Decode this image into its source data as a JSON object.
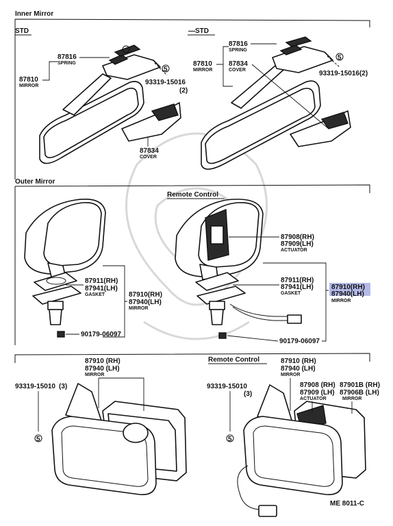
{
  "sections": {
    "inner_mirror": "Inner Mirror",
    "outer_mirror": "Outer Mirror",
    "std": "STD",
    "minus_std": "—STD",
    "remote_control_a": "Remote Control",
    "remote_control_b": "Remote Control"
  },
  "inner_std": {
    "spring_no": "87816",
    "spring": "SPRING",
    "mirror_no": "87810",
    "mirror": "MIRROR",
    "screw_no": "93319-15016",
    "screw_qty": "(2)",
    "cover_no": "87834",
    "cover": "COVER",
    "ref": "5"
  },
  "inner_nstd": {
    "spring_no": "87816",
    "spring": "SPRING",
    "mirror_no": "87810",
    "mirror": "MIRROR",
    "cover_no": "87834",
    "cover": "COVER",
    "screw": "93319-15016(2)",
    "ref": "5"
  },
  "outer_left": {
    "gasket_rh": "87911(RH)",
    "gasket_lh": "87941(LH)",
    "gasket": "GASKET",
    "mirror_rh": "87910(RH)",
    "mirror_lh": "87940(LH)",
    "mirror": "MIRROR",
    "nut": "90179-06097"
  },
  "outer_right": {
    "actuator_rh": "87908(RH)",
    "actuator_lh": "87909(LH)",
    "actuator": "ACTUATOR",
    "gasket_rh": "87911(RH)",
    "gasket_lh": "87941(LH)",
    "gasket": "GASKET",
    "mirror_rh": "87910(RH)",
    "mirror_lh": "87940(LH)",
    "mirror": "MIRROR",
    "nut": "90179-06097"
  },
  "bottom_left": {
    "mirror_rh": "87910 (RH)",
    "mirror_lh": "87940 (LH)",
    "mirror": "MIRROR",
    "screw_no": "93319-15010",
    "screw_qty": "(3)",
    "ref": "5"
  },
  "bottom_right": {
    "mirror_rh": "87910 (RH)",
    "mirror_lh": "87940 (LH)",
    "mirror": "MIRROR",
    "screw_no": "93319-15010",
    "screw_qty": "(3)",
    "actuator_rh": "87908 (RH)",
    "actuator_lh": "87909 (LH)",
    "actuator": "ACTUATOR",
    "mirror2_rh": "87901B (RH)",
    "mirror2_lh": "87906B (LH)",
    "mirror2": "MIRROR",
    "ref": "5"
  },
  "footer": {
    "code": "ME  8011-C"
  },
  "colors": {
    "highlight": "#9aa3e0",
    "ink": "#111111"
  }
}
